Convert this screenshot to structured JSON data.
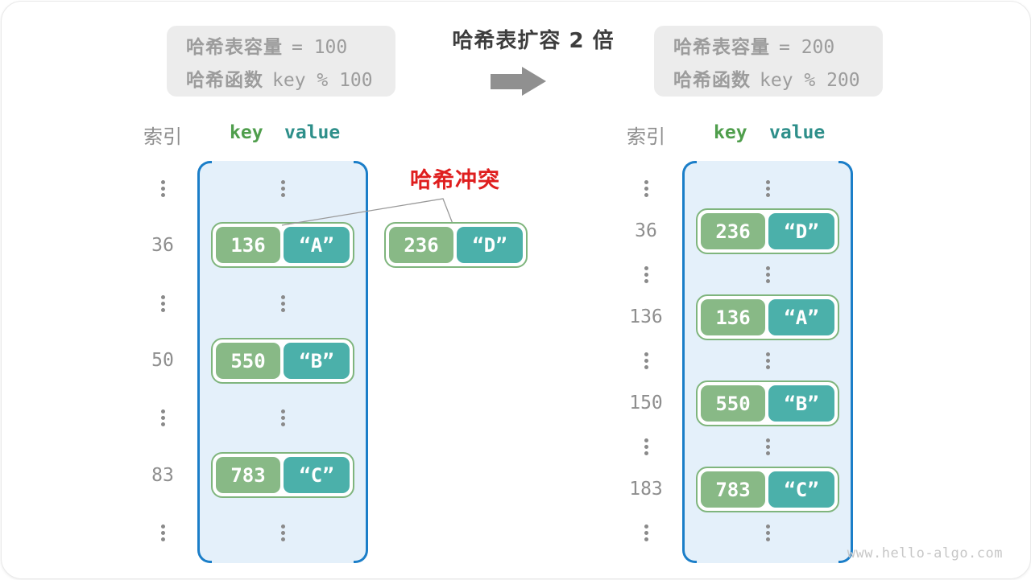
{
  "colors": {
    "accent_blue": "#1b7ec8",
    "table_fill": "#e4f0fa",
    "key_green": "#88b986",
    "value_teal": "#4bb0aa",
    "pair_border": "#7fb57d",
    "key_header_green": "#4f9e4c",
    "value_header_teal": "#2e8f8a",
    "collision_red": "#df1e1e",
    "gray_text": "#8e8e8e",
    "title_dark": "#3d3d3d",
    "arrow_gray": "#909090",
    "info_box_bg": "#ececec",
    "info_text_gray": "#9c9c9c",
    "watermark_gray": "#c7c7c7"
  },
  "header": {
    "old_box": {
      "line1_label": "哈希表容量",
      "line1_code": "= 100",
      "line2_label": "哈希函数",
      "line2_code": "key % 100"
    },
    "title": "哈希表扩容 2 倍",
    "new_box": {
      "line1_label": "哈希表容量",
      "line1_code": "= 200",
      "line2_label": "哈希函数",
      "line2_code": "key % 200"
    }
  },
  "collision": {
    "label": "哈希冲突",
    "pair": {
      "key": "236",
      "value": "“D”"
    }
  },
  "left_table": {
    "index_header": "索引",
    "key_header": "key",
    "value_header": "value",
    "rows": [
      {
        "index": "36",
        "key": "136",
        "value": "“A”"
      },
      {
        "index": "50",
        "key": "550",
        "value": "“B”"
      },
      {
        "index": "83",
        "key": "783",
        "value": "“C”"
      }
    ]
  },
  "right_table": {
    "index_header": "索引",
    "key_header": "key",
    "value_header": "value",
    "rows": [
      {
        "index": "36",
        "key": "236",
        "value": "“D”"
      },
      {
        "index": "136",
        "key": "136",
        "value": "“A”"
      },
      {
        "index": "150",
        "key": "550",
        "value": "“B”"
      },
      {
        "index": "183",
        "key": "783",
        "value": "“C”"
      }
    ]
  },
  "watermark": "www.hello-algo.com"
}
